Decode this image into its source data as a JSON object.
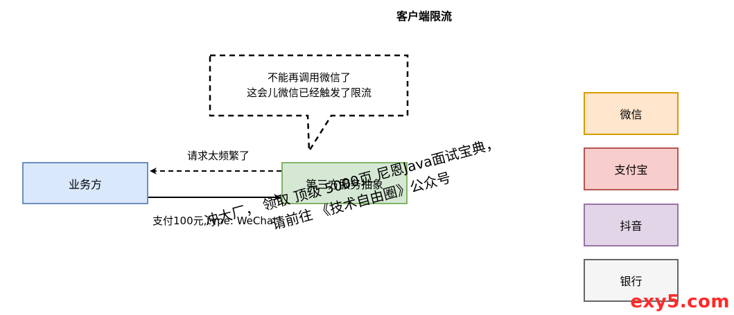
{
  "title": "客户端限流",
  "nodes": {
    "business": "业务方",
    "abstraction": "第三方服务抽象",
    "wechat": "微信",
    "alipay": "支付宝",
    "douyin": "抖音",
    "bank": "银行"
  },
  "edges": {
    "request_label": "支付100元,type: WeChat",
    "reject_label": "请求太频繁了"
  },
  "callout": {
    "line1": "不能再调用微信了",
    "line2": "这会儿微信已经触发了限流"
  },
  "watermark": {
    "line1": "冲大厂， 领取 顶级  5000页 尼恩Java面试宝典，",
    "line2": "请前往 《技术自由圈》公众号"
  },
  "logo": "exy5.com",
  "colors": {
    "business_fill": "#dae8fc",
    "business_border": "#6c8ebf",
    "abstraction_fill": "#d5e8d4",
    "abstraction_border": "#82b366",
    "wechat_fill": "#ffe6cc",
    "wechat_border": "#d79b00",
    "alipay_fill": "#f8cecc",
    "alipay_border": "#b85450",
    "douyin_fill": "#e1d5e7",
    "douyin_border": "#9673a6",
    "bank_fill": "#f5f5f5",
    "bank_border": "#666666"
  }
}
